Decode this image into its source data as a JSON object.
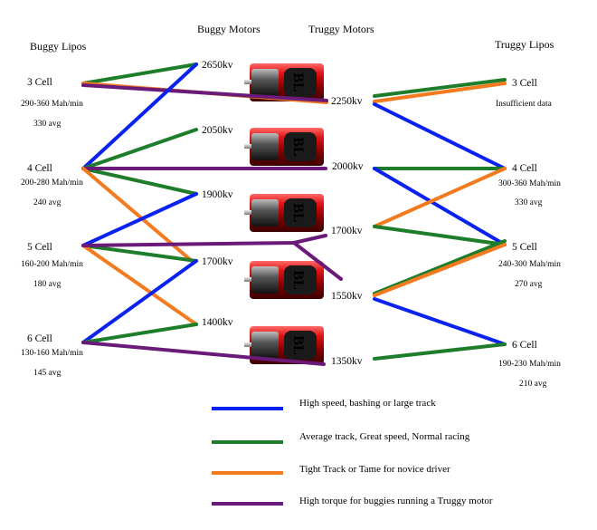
{
  "headers": {
    "buggy_lipos": "Buggy Lipos",
    "buggy_motors": "Buggy Motors",
    "truggy_motors": "Truggy Motors",
    "truggy_lipos": "Truggy Lipos"
  },
  "buggy_lipos": [
    {
      "cell": "3 Cell",
      "range": "290-360 Mah/min",
      "avg": "330 avg"
    },
    {
      "cell": "4 Cell",
      "range": "200-280 Mah/min",
      "avg": "240 avg"
    },
    {
      "cell": "5 Cell",
      "range": "160-200 Mah/min",
      "avg": "180 avg"
    },
    {
      "cell": "6 Cell",
      "range": "130-160 Mah/min",
      "avg": "145 avg"
    }
  ],
  "buggy_motors": [
    "2650kv",
    "2050kv",
    "1900kv",
    "1700kv",
    "1400kv"
  ],
  "truggy_motors": [
    "2250kv",
    "2000kv",
    "1700kv",
    "1550kv",
    "1350kv"
  ],
  "truggy_lipos": [
    {
      "cell": "3 Cell",
      "range": "Insufficient data",
      "avg": ""
    },
    {
      "cell": "4 Cell",
      "range": "300-360 Mah/min",
      "avg": "330 avg"
    },
    {
      "cell": "5 Cell",
      "range": "240-300 Mah/min",
      "avg": "270 avg"
    },
    {
      "cell": "6 Cell",
      "range": "190-230 Mah/min",
      "avg": "210 avg"
    }
  ],
  "legend": [
    {
      "key": "blue",
      "color": "#0a22f0",
      "label": "High speed, bashing or large track"
    },
    {
      "key": "green",
      "color": "#1e7d2a",
      "label": "Average track, Great speed, Normal racing"
    },
    {
      "key": "orange",
      "color": "#f37a1f",
      "label": "Tight Track or Tame for novice driver"
    },
    {
      "key": "purple",
      "color": "#6a1a78",
      "label": "High torque for buggies running a Truggy motor"
    }
  ],
  "motor_images": [
    {
      "icon": "motor-can-image",
      "logo": "BL"
    },
    {
      "icon": "motor-can-image",
      "logo": "BL"
    },
    {
      "icon": "motor-can-image",
      "logo": "BL"
    },
    {
      "icon": "motor-can-image",
      "logo": "BL"
    },
    {
      "icon": "motor-can-image",
      "logo": "BL"
    }
  ]
}
